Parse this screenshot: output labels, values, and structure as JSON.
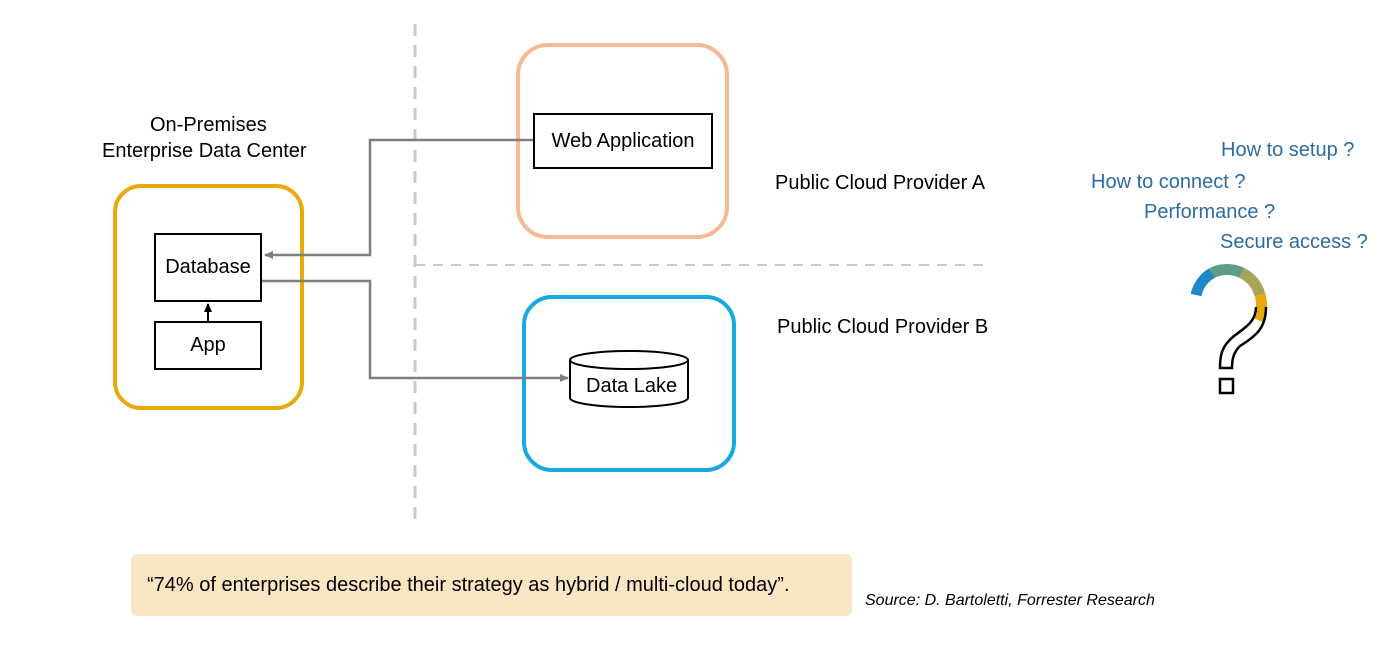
{
  "onprem": {
    "title_line1": "On-Premises",
    "title_line2": "Enterprise Data Center",
    "database_label": "Database",
    "app_label": "App",
    "border_color": "#e8a90c"
  },
  "cloud_a": {
    "label": "Public Cloud Provider A",
    "web_app_label": "Web Application",
    "border_color": "#f6b994"
  },
  "cloud_b": {
    "label": "Public Cloud Provider B",
    "data_lake_label": "Data Lake",
    "border_color": "#19a9e1"
  },
  "questions": {
    "items": [
      "How to setup ?",
      "How to connect ?",
      "Performance ?",
      "Secure access ?"
    ],
    "color": "#2b6ca3",
    "icon": "question-mark-icon"
  },
  "quote": {
    "text": "“74% of enterprises describe their strategy as hybrid / multi-cloud today”.",
    "background": "#fbe6c4"
  },
  "source": {
    "text": "Source: D. Bartoletti, Forrester Research"
  },
  "colors": {
    "connector": "#7f7f7f",
    "divider": "#c9c9c9"
  }
}
